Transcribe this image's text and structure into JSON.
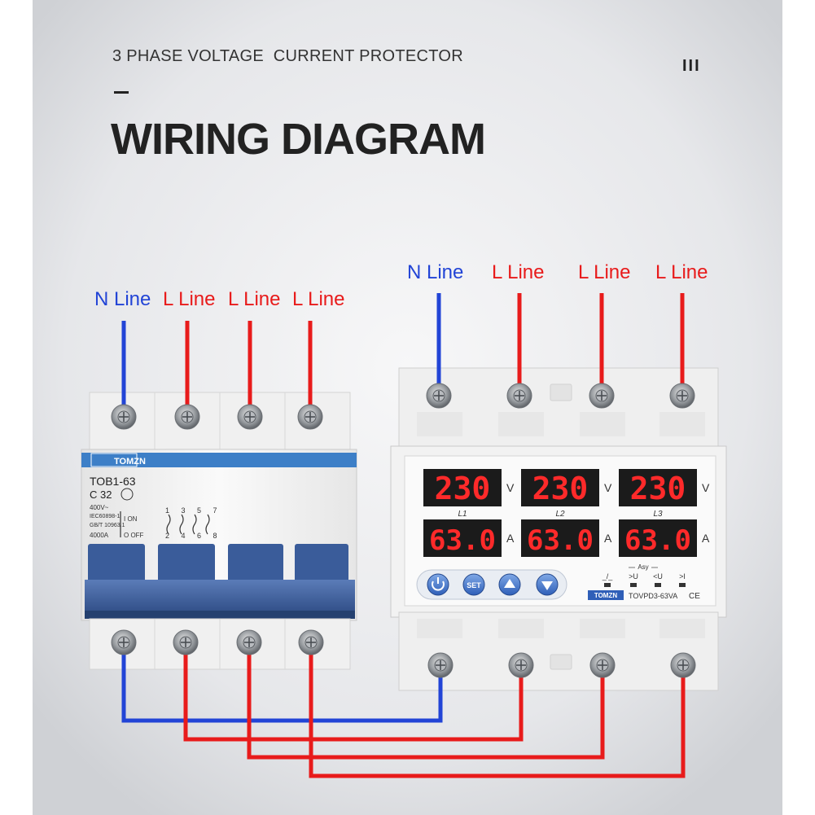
{
  "header": {
    "subtitle": "3 PHASE VOLTAGE  CURRENT PROTECTOR",
    "decoration": "III",
    "title": "WIRING DIAGRAM"
  },
  "labels": {
    "breaker": [
      "N Line",
      "L Line",
      "L Line",
      "L Line"
    ],
    "protector": [
      "N Line",
      "L Line",
      "L Line",
      "L Line"
    ]
  },
  "breaker": {
    "brand": "TOMZN",
    "model": "TOB1-63",
    "rating": "C 32",
    "spec1": "400V~",
    "spec2": "IEC60898-1",
    "spec3": "GB/T 10963.1",
    "spec4": "4000A",
    "on_label": "I  ON",
    "off_label": "O OFF",
    "pole_top": "1 3 5 7",
    "pole_bottom": "2 4 6 8"
  },
  "protector": {
    "brand": "TOMZN",
    "model": "TOVPD3-63VA",
    "ce": "CE",
    "voltages": [
      "230",
      "230",
      "230"
    ],
    "voltage_unit": "V",
    "currents": [
      "63.0",
      "63.0",
      "63.0"
    ],
    "current_unit": "A",
    "phases": [
      "L1",
      "L2",
      "L3"
    ],
    "buttons": [
      "power",
      "SET",
      "up",
      "down"
    ],
    "set_label": "SET",
    "indicator_group": "Asy",
    "indicators": [
      "_/_",
      ">U",
      "<U",
      ">I"
    ],
    "display_color": "#ff2a2a",
    "button_color": "#2f5fb8"
  },
  "colors": {
    "neutral": "#2244d6",
    "line": "#e81b1b"
  }
}
